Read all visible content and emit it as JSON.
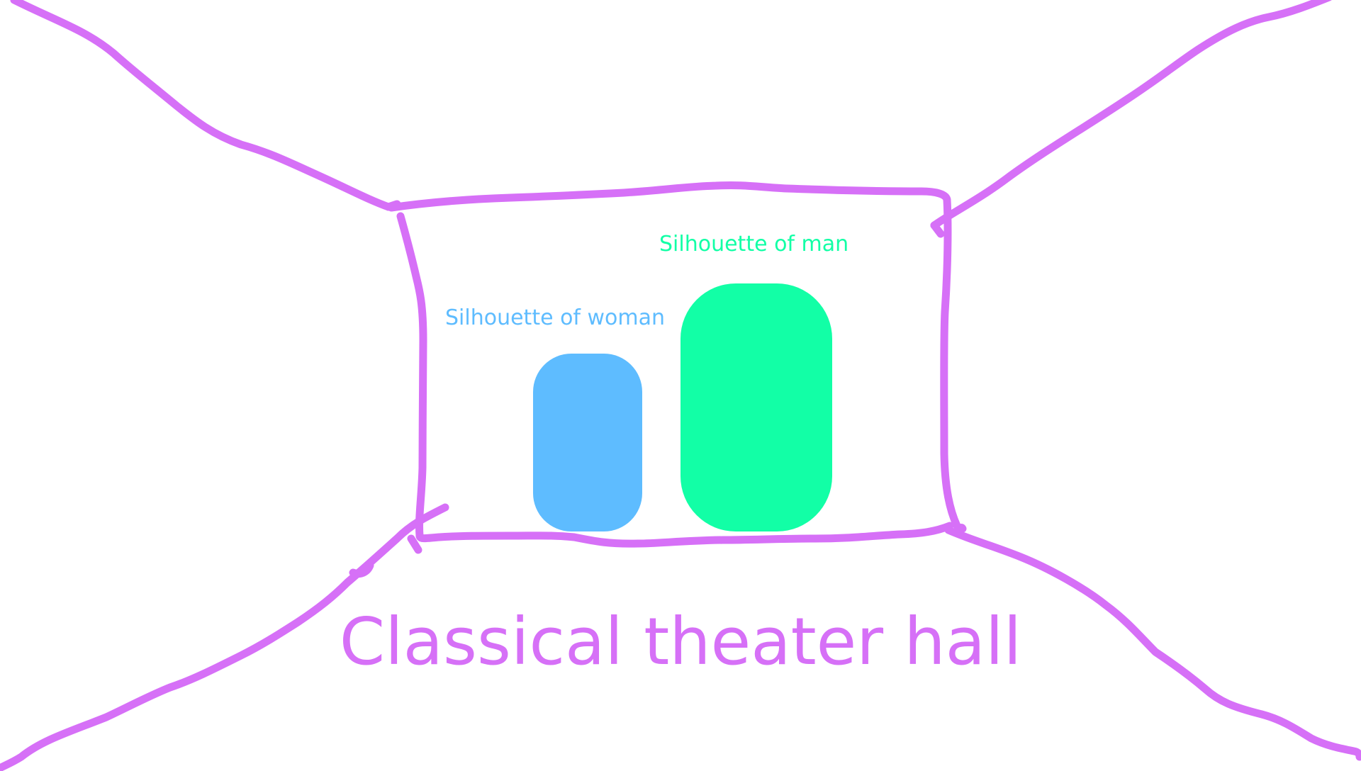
{
  "title": "Classical theater hall",
  "figures": [
    {
      "id": "woman",
      "label": "Silhouette of woman"
    },
    {
      "id": "man",
      "label": "Silhouette of man"
    }
  ],
  "colors": {
    "outline": "#d670f7",
    "woman": "#5ebcff",
    "man": "#12ffa6",
    "background": "#ffffff"
  }
}
